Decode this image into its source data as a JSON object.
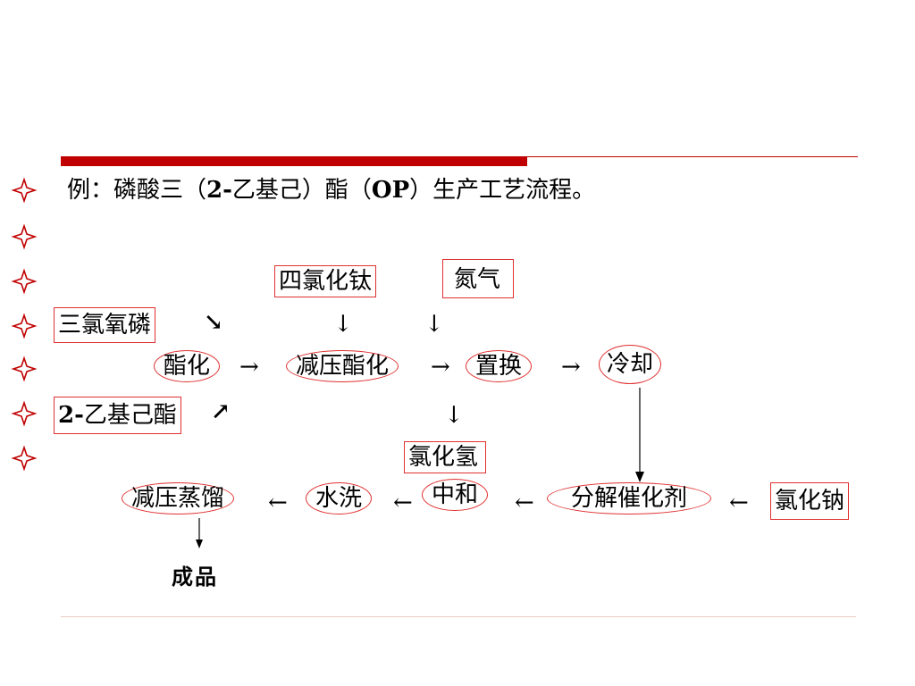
{
  "title": {
    "prefix": "例：磷酸三（",
    "bold1": "2-",
    "mid": "乙基己）酯（",
    "bold2": "OP",
    "suffix": "）生产工艺流程。"
  },
  "nodes": {
    "ticl4": "四氯化钛",
    "nitrogen": "氮气",
    "pocl3": "三氯氧磷",
    "ehexanol_bold": "2-",
    "ehexanol": "乙基己酯",
    "esterify": "酯化",
    "vac_esterify": "减压酯化",
    "replace": "置换",
    "cool": "冷却",
    "hcl": "氯化氢",
    "vac_distill": "减压蒸馏",
    "wash": "水洗",
    "neutralize": "中和",
    "decompose": "分解催化剂",
    "nacl": "氯化钠",
    "product": "成品"
  },
  "arrows": {
    "right": "→",
    "left": "←",
    "down": "↓",
    "diag_down": "↘",
    "diag_up": "↗"
  },
  "colors": {
    "accent": "#c00000",
    "outline": "#e03030"
  }
}
